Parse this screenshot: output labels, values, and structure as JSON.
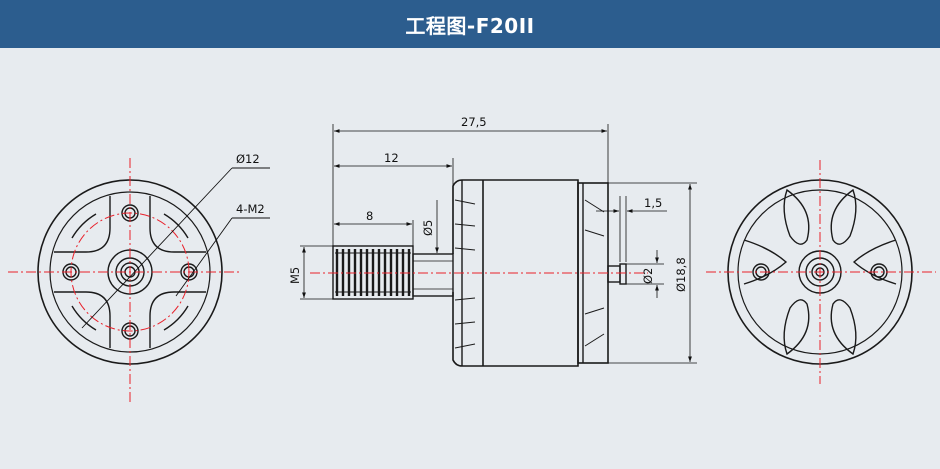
{
  "header": {
    "title": "工程图-F20II"
  },
  "dimensions": {
    "overall_length": "27,5",
    "shaft_to_bell": "12",
    "thread_length": "8",
    "shaft_diameter": "Ø5",
    "thread_size": "M5",
    "bell_diameter": "Ø18,8",
    "pilot_length": "1,5",
    "pilot_diameter": "Ø2",
    "hole_circle": "Ø12",
    "mount_holes": "4-M2"
  },
  "colors": {
    "header_bg": "#2c5d8e",
    "background": "#e7ebef",
    "center_line": "#e8202a",
    "outline": "#1a1a1a"
  }
}
